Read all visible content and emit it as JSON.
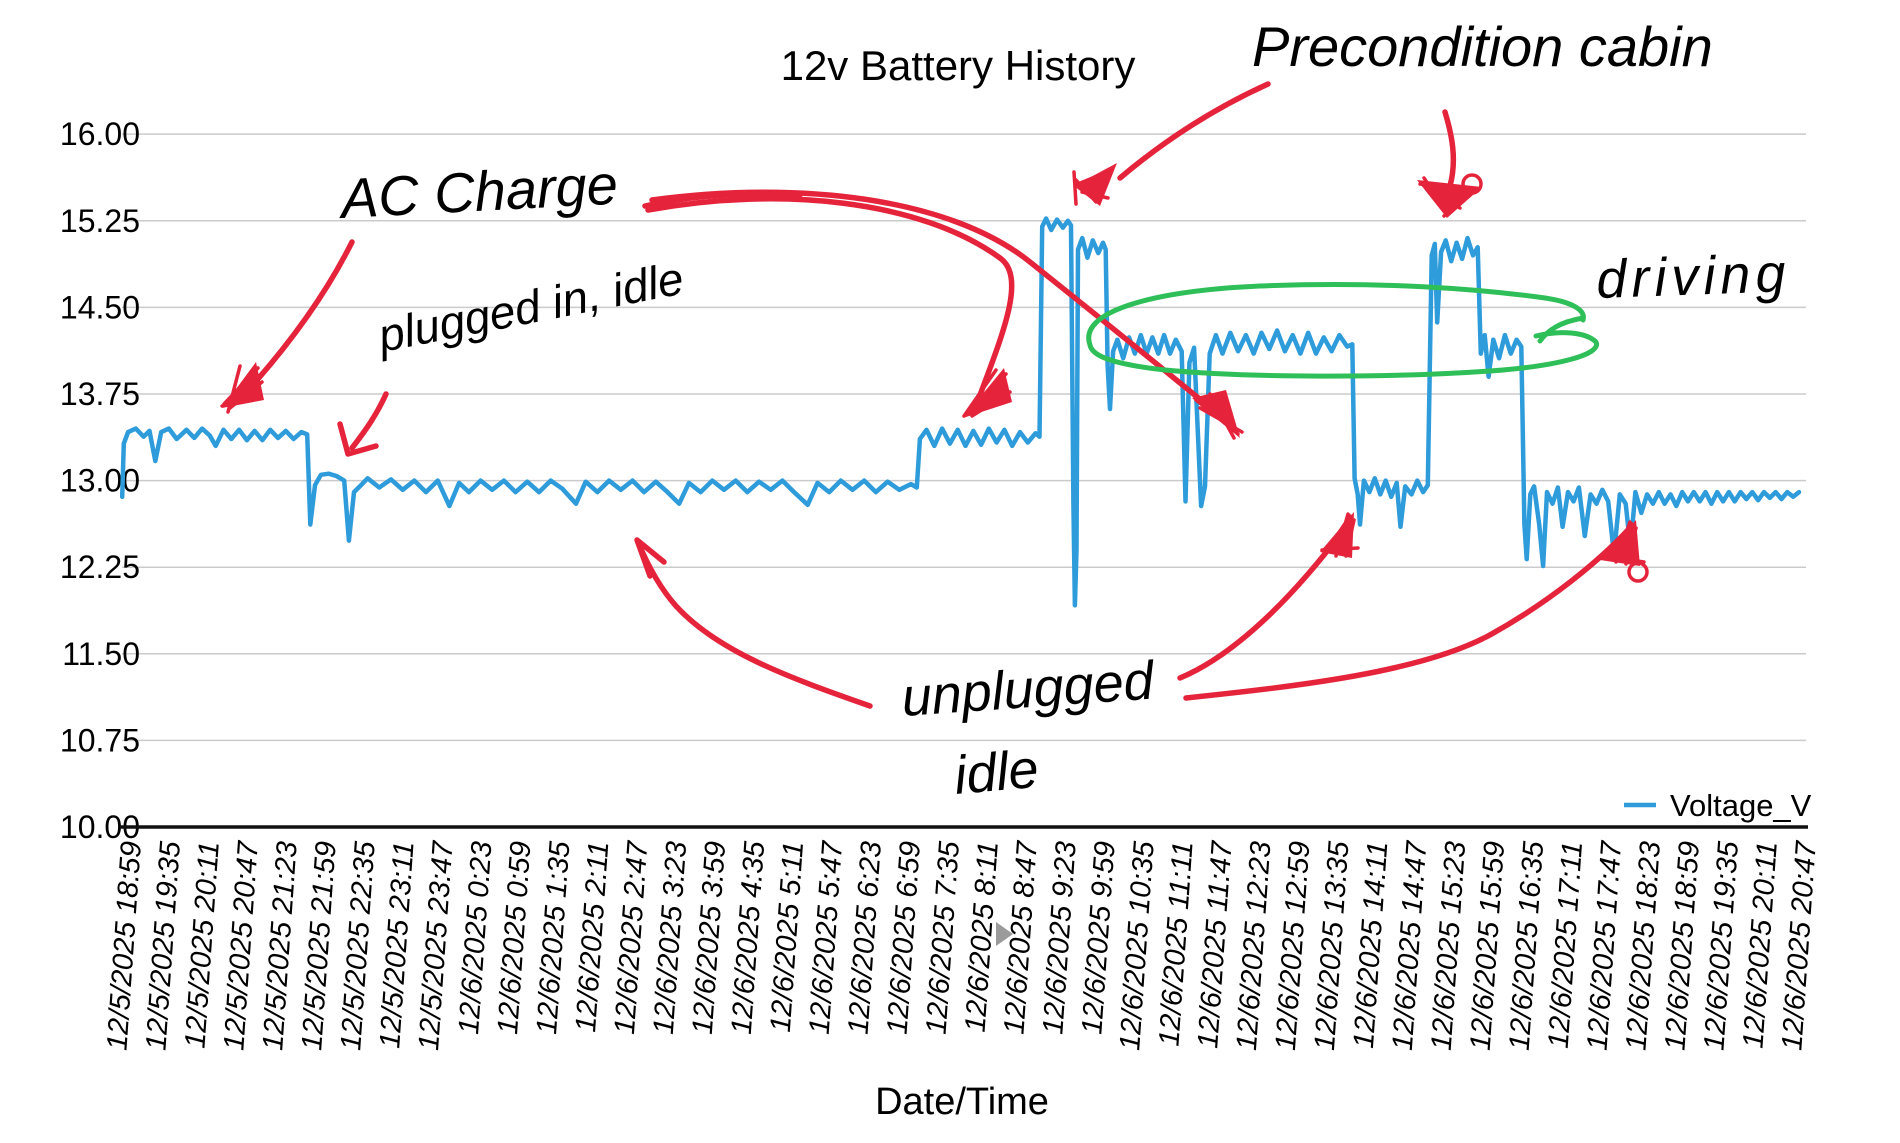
{
  "title": "12v Battery History",
  "x_axis_title": "Date/Time",
  "legend": {
    "label": "Voltage_V"
  },
  "colors": {
    "line": "#2E9BDB",
    "red": "#E5243C",
    "green": "#2FBF59",
    "grid": "#CBCBCB",
    "axis": "#111111",
    "marker_gray": "#9B9B9B"
  },
  "annotations": {
    "ac_charge": "AC Charge",
    "plugged_in_idle": "plugged in, idle",
    "precondition_cabin": "Precondition cabin",
    "driving": "driving",
    "unplugged": "unplugged",
    "idle": "idle"
  },
  "chart_data": {
    "type": "line",
    "title": "12v Battery History",
    "xlabel": "Date/Time",
    "ylabel": "",
    "ylim": [
      10,
      16
    ],
    "grid": true,
    "legend_position": "bottom-right",
    "y_ticks": [
      "16.00",
      "15.25",
      "14.50",
      "13.75",
      "13.00",
      "12.25",
      "11.50",
      "10.75",
      "10.00"
    ],
    "x_labels": [
      "12/5/2025 18:59",
      "12/5/2025 19:35",
      "12/5/2025 20:11",
      "12/5/2025 20:47",
      "12/5/2025 21:23",
      "12/5/2025 21:59",
      "12/5/2025 22:35",
      "12/5/2025 23:11",
      "12/5/2025 23:47",
      "12/6/2025 0:23",
      "12/6/2025 0:59",
      "12/6/2025 1:35",
      "12/6/2025 2:11",
      "12/6/2025 2:47",
      "12/6/2025 3:23",
      "12/6/2025 3:59",
      "12/6/2025 4:35",
      "12/6/2025 5:11",
      "12/6/2025 5:47",
      "12/6/2025 6:23",
      "12/6/2025 6:59",
      "12/6/2025 7:35",
      "12/6/2025 8:11",
      "12/6/2025 8:47",
      "12/6/2025 9:23",
      "12/6/2025 9:59",
      "12/6/2025 10:35",
      "12/6/2025 11:11",
      "12/6/2025 11:47",
      "12/6/2025 12:23",
      "12/6/2025 12:59",
      "12/6/2025 13:35",
      "12/6/2025 14:11",
      "12/6/2025 14:47",
      "12/6/2025 15:23",
      "12/6/2025 15:59",
      "12/6/2025 16:35",
      "12/6/2025 17:11",
      "12/6/2025 17:47",
      "12/6/2025 18:23",
      "12/6/2025 18:59",
      "12/6/2025 19:35",
      "12/6/2025 20:11",
      "12/6/2025 20:47"
    ],
    "x_tick_interval_minutes": 36,
    "series": [
      {
        "name": "Voltage_V",
        "color": "#2E9BDB",
        "points": [
          [
            -0.2,
            12.86
          ],
          [
            -0.16,
            13.32
          ],
          [
            -0.05,
            13.42
          ],
          [
            0.15,
            13.45
          ],
          [
            0.35,
            13.38
          ],
          [
            0.5,
            13.43
          ],
          [
            0.65,
            13.17
          ],
          [
            0.8,
            13.42
          ],
          [
            1.0,
            13.45
          ],
          [
            1.2,
            13.36
          ],
          [
            1.45,
            13.44
          ],
          [
            1.65,
            13.37
          ],
          [
            1.85,
            13.45
          ],
          [
            2.05,
            13.39
          ],
          [
            2.2,
            13.3
          ],
          [
            2.4,
            13.44
          ],
          [
            2.6,
            13.36
          ],
          [
            2.8,
            13.44
          ],
          [
            3.0,
            13.35
          ],
          [
            3.2,
            13.43
          ],
          [
            3.4,
            13.35
          ],
          [
            3.6,
            13.44
          ],
          [
            3.8,
            13.37
          ],
          [
            4.0,
            13.43
          ],
          [
            4.2,
            13.36
          ],
          [
            4.4,
            13.42
          ],
          [
            4.55,
            13.4
          ],
          [
            4.63,
            12.62
          ],
          [
            4.75,
            12.96
          ],
          [
            4.9,
            13.05
          ],
          [
            5.1,
            13.06
          ],
          [
            5.3,
            13.04
          ],
          [
            5.5,
            13.0
          ],
          [
            5.62,
            12.48
          ],
          [
            5.75,
            12.9
          ],
          [
            5.9,
            12.95
          ],
          [
            6.1,
            13.02
          ],
          [
            6.4,
            12.94
          ],
          [
            6.7,
            13.01
          ],
          [
            7.0,
            12.92
          ],
          [
            7.3,
            13.0
          ],
          [
            7.6,
            12.9
          ],
          [
            7.9,
            13.0
          ],
          [
            8.2,
            12.78
          ],
          [
            8.45,
            12.98
          ],
          [
            8.7,
            12.9
          ],
          [
            9.0,
            13.0
          ],
          [
            9.3,
            12.92
          ],
          [
            9.6,
            13.0
          ],
          [
            9.9,
            12.9
          ],
          [
            10.2,
            12.99
          ],
          [
            10.5,
            12.9
          ],
          [
            10.8,
            13.0
          ],
          [
            11.1,
            12.93
          ],
          [
            11.45,
            12.8
          ],
          [
            11.7,
            12.99
          ],
          [
            12.0,
            12.9
          ],
          [
            12.3,
            13.0
          ],
          [
            12.6,
            12.92
          ],
          [
            12.9,
            13.0
          ],
          [
            13.2,
            12.9
          ],
          [
            13.5,
            12.99
          ],
          [
            13.8,
            12.9
          ],
          [
            14.1,
            12.8
          ],
          [
            14.35,
            12.98
          ],
          [
            14.65,
            12.9
          ],
          [
            14.95,
            13.0
          ],
          [
            15.25,
            12.92
          ],
          [
            15.55,
            13.0
          ],
          [
            15.85,
            12.9
          ],
          [
            16.15,
            12.99
          ],
          [
            16.45,
            12.92
          ],
          [
            16.75,
            13.0
          ],
          [
            17.05,
            12.9
          ],
          [
            17.4,
            12.79
          ],
          [
            17.65,
            12.98
          ],
          [
            17.95,
            12.9
          ],
          [
            18.25,
            13.0
          ],
          [
            18.55,
            12.92
          ],
          [
            18.85,
            13.0
          ],
          [
            19.15,
            12.9
          ],
          [
            19.45,
            12.99
          ],
          [
            19.75,
            12.92
          ],
          [
            20.05,
            12.97
          ],
          [
            20.2,
            12.94
          ],
          [
            20.28,
            13.36
          ],
          [
            20.45,
            13.44
          ],
          [
            20.65,
            13.3
          ],
          [
            20.85,
            13.45
          ],
          [
            21.05,
            13.32
          ],
          [
            21.25,
            13.44
          ],
          [
            21.45,
            13.3
          ],
          [
            21.65,
            13.43
          ],
          [
            21.85,
            13.31
          ],
          [
            22.05,
            13.45
          ],
          [
            22.25,
            13.33
          ],
          [
            22.45,
            13.44
          ],
          [
            22.65,
            13.3
          ],
          [
            22.85,
            13.42
          ],
          [
            23.05,
            13.33
          ],
          [
            23.25,
            13.41
          ],
          [
            23.35,
            13.38
          ],
          [
            23.42,
            15.2
          ],
          [
            23.52,
            15.27
          ],
          [
            23.65,
            15.17
          ],
          [
            23.8,
            15.26
          ],
          [
            23.95,
            15.19
          ],
          [
            24.08,
            15.25
          ],
          [
            24.16,
            15.21
          ],
          [
            24.22,
            12.8
          ],
          [
            24.26,
            11.92
          ],
          [
            24.3,
            12.4
          ],
          [
            24.34,
            15.0
          ],
          [
            24.45,
            15.1
          ],
          [
            24.58,
            14.93
          ],
          [
            24.72,
            15.08
          ],
          [
            24.86,
            14.97
          ],
          [
            24.98,
            15.06
          ],
          [
            25.05,
            15.0
          ],
          [
            25.1,
            14.0
          ],
          [
            25.16,
            13.62
          ],
          [
            25.24,
            14.12
          ],
          [
            25.35,
            14.22
          ],
          [
            25.5,
            14.06
          ],
          [
            25.65,
            14.24
          ],
          [
            25.8,
            14.1
          ],
          [
            25.95,
            14.26
          ],
          [
            26.1,
            14.1
          ],
          [
            26.25,
            14.24
          ],
          [
            26.4,
            14.1
          ],
          [
            26.55,
            14.26
          ],
          [
            26.7,
            14.1
          ],
          [
            26.85,
            14.22
          ],
          [
            27.0,
            14.12
          ],
          [
            27.1,
            12.82
          ],
          [
            27.2,
            14.02
          ],
          [
            27.32,
            14.15
          ],
          [
            27.5,
            12.78
          ],
          [
            27.6,
            12.95
          ],
          [
            27.72,
            14.1
          ],
          [
            27.88,
            14.26
          ],
          [
            28.05,
            14.1
          ],
          [
            28.25,
            14.28
          ],
          [
            28.45,
            14.12
          ],
          [
            28.65,
            14.26
          ],
          [
            28.85,
            14.1
          ],
          [
            29.05,
            14.28
          ],
          [
            29.25,
            14.14
          ],
          [
            29.45,
            14.3
          ],
          [
            29.65,
            14.12
          ],
          [
            29.85,
            14.26
          ],
          [
            30.05,
            14.1
          ],
          [
            30.25,
            14.28
          ],
          [
            30.45,
            14.1
          ],
          [
            30.65,
            14.24
          ],
          [
            30.85,
            14.12
          ],
          [
            31.05,
            14.26
          ],
          [
            31.25,
            14.16
          ],
          [
            31.38,
            14.18
          ],
          [
            31.44,
            13.02
          ],
          [
            31.52,
            12.88
          ],
          [
            31.58,
            12.62
          ],
          [
            31.68,
            13.0
          ],
          [
            31.82,
            12.9
          ],
          [
            31.96,
            13.02
          ],
          [
            32.1,
            12.88
          ],
          [
            32.24,
            13.0
          ],
          [
            32.38,
            12.86
          ],
          [
            32.52,
            12.98
          ],
          [
            32.62,
            12.6
          ],
          [
            32.74,
            12.95
          ],
          [
            32.9,
            12.88
          ],
          [
            33.05,
            13.0
          ],
          [
            33.2,
            12.9
          ],
          [
            33.32,
            12.96
          ],
          [
            33.42,
            14.95
          ],
          [
            33.5,
            15.05
          ],
          [
            33.56,
            14.37
          ],
          [
            33.66,
            14.98
          ],
          [
            33.78,
            15.08
          ],
          [
            33.92,
            14.9
          ],
          [
            34.06,
            15.06
          ],
          [
            34.2,
            14.92
          ],
          [
            34.34,
            15.1
          ],
          [
            34.48,
            14.95
          ],
          [
            34.6,
            15.02
          ],
          [
            34.68,
            14.1
          ],
          [
            34.78,
            14.26
          ],
          [
            34.88,
            13.9
          ],
          [
            35.0,
            14.22
          ],
          [
            35.15,
            14.06
          ],
          [
            35.3,
            14.26
          ],
          [
            35.45,
            14.1
          ],
          [
            35.6,
            14.22
          ],
          [
            35.72,
            14.16
          ],
          [
            35.8,
            12.62
          ],
          [
            35.86,
            12.32
          ],
          [
            35.95,
            12.88
          ],
          [
            36.05,
            12.95
          ],
          [
            36.18,
            12.62
          ],
          [
            36.28,
            12.26
          ],
          [
            36.38,
            12.9
          ],
          [
            36.52,
            12.8
          ],
          [
            36.66,
            12.94
          ],
          [
            36.78,
            12.6
          ],
          [
            36.92,
            12.9
          ],
          [
            37.06,
            12.82
          ],
          [
            37.2,
            12.94
          ],
          [
            37.35,
            12.52
          ],
          [
            37.5,
            12.88
          ],
          [
            37.65,
            12.8
          ],
          [
            37.8,
            12.92
          ],
          [
            37.95,
            12.82
          ],
          [
            38.1,
            12.36
          ],
          [
            38.25,
            12.88
          ],
          [
            38.4,
            12.8
          ],
          [
            38.52,
            12.42
          ],
          [
            38.65,
            12.9
          ],
          [
            38.8,
            12.72
          ],
          [
            38.95,
            12.88
          ],
          [
            39.1,
            12.8
          ],
          [
            39.25,
            12.9
          ],
          [
            39.4,
            12.8
          ],
          [
            39.55,
            12.88
          ],
          [
            39.7,
            12.78
          ],
          [
            39.85,
            12.9
          ],
          [
            40.0,
            12.82
          ],
          [
            40.15,
            12.9
          ],
          [
            40.3,
            12.82
          ],
          [
            40.45,
            12.9
          ],
          [
            40.6,
            12.8
          ],
          [
            40.75,
            12.9
          ],
          [
            40.9,
            12.82
          ],
          [
            41.05,
            12.9
          ],
          [
            41.2,
            12.82
          ],
          [
            41.35,
            12.9
          ],
          [
            41.5,
            12.84
          ],
          [
            41.65,
            12.9
          ],
          [
            41.8,
            12.83
          ],
          [
            41.95,
            12.9
          ],
          [
            42.1,
            12.85
          ],
          [
            42.25,
            12.9
          ],
          [
            42.4,
            12.84
          ],
          [
            42.55,
            12.9
          ],
          [
            42.7,
            12.86
          ],
          [
            42.85,
            12.9
          ]
        ]
      }
    ]
  }
}
